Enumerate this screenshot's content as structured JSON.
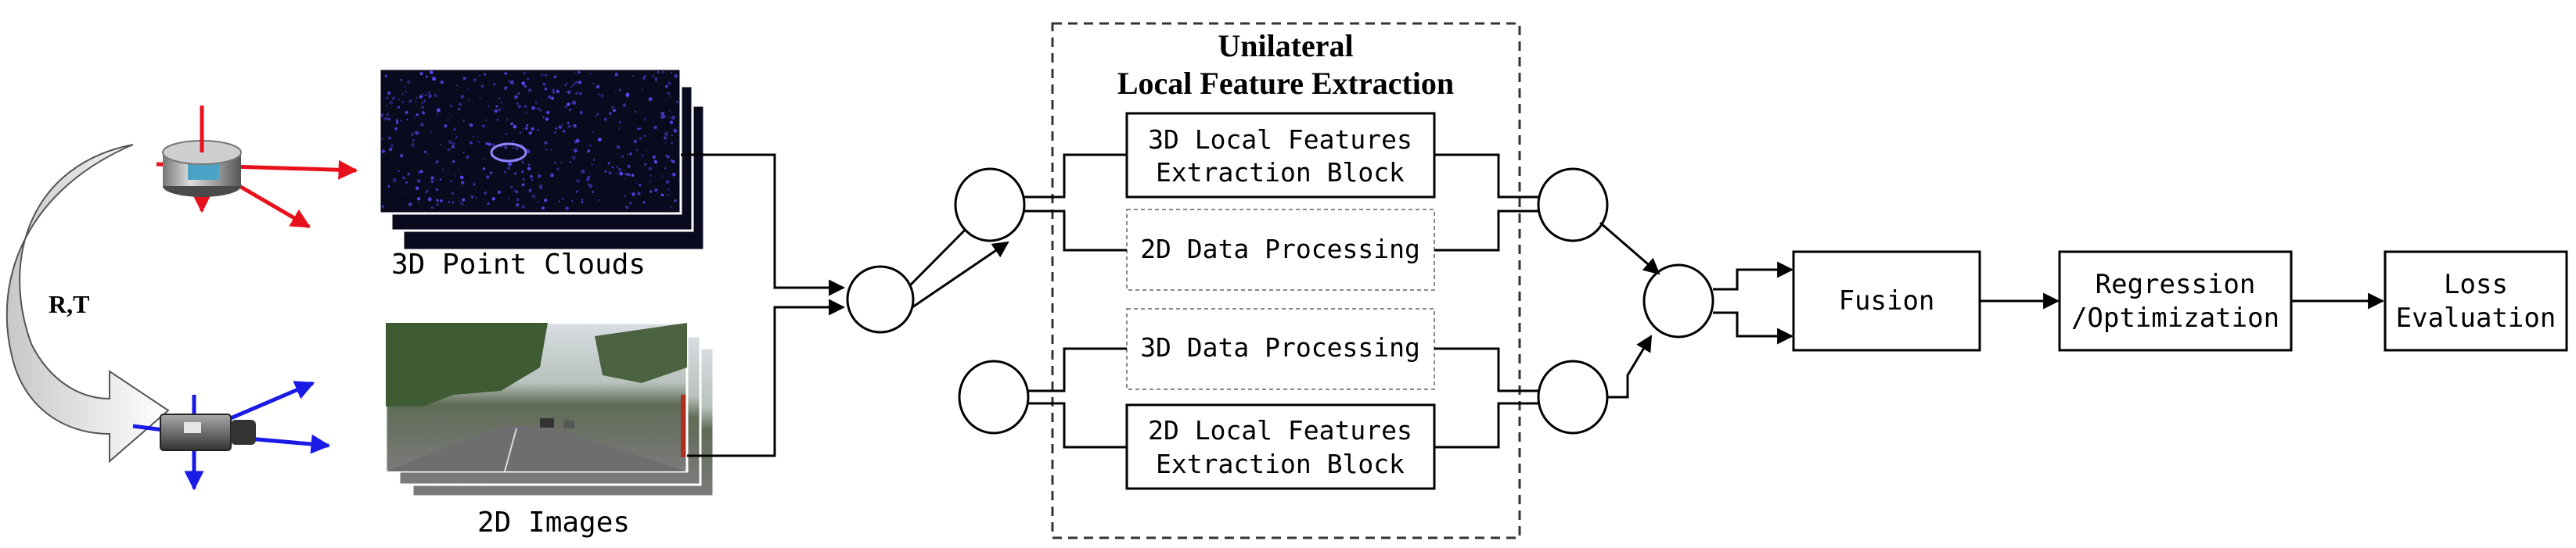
{
  "inputs": {
    "calibration_label": "R,T",
    "point_cloud_label": "3D Point Clouds",
    "image_label": "2D Images"
  },
  "unilateral_group": {
    "title_line1": "Unilateral",
    "title_line2": "Local Feature Extraction",
    "block_3d_local_line1": "3D Local Features",
    "block_3d_local_line2": "Extraction Block",
    "block_2d_processing": "2D Data Processing",
    "block_3d_processing": "3D Data Processing",
    "block_2d_local_line1": "2D Local Features",
    "block_2d_local_line2": "Extraction Block"
  },
  "pipeline": {
    "fusion": "Fusion",
    "regression_line1": "Regression",
    "regression_line2": "/Optimization",
    "loss_line1": "Loss",
    "loss_line2": "Evaluation"
  },
  "colors": {
    "line": "#000000",
    "dashed_border": "#555555",
    "lidar_axis": "#e8101a",
    "camera_axis": "#1a1ae6",
    "point_cloud_bg": "#0a0a1e",
    "point_cloud_points": "#5a4cff"
  }
}
